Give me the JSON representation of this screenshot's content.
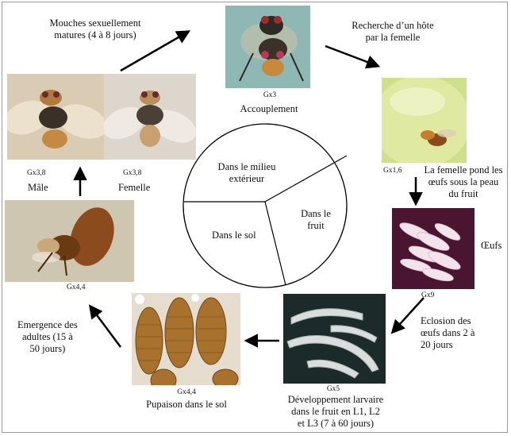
{
  "stages": {
    "mating": {
      "photo_label": "Mating flies photo",
      "magnification": "Gx3",
      "caption": "Accouplement"
    },
    "host_search": {
      "photo_label": "Female fly on fruit photo",
      "magnification": "Gx1,6",
      "caption_lines": [
        "La femelle pond les",
        "œufs sous la peau",
        "du fruit"
      ]
    },
    "eggs": {
      "photo_label": "Eggs photo",
      "magnification": "Gx9",
      "caption": "Œufs"
    },
    "larvae": {
      "photo_label": "Larvae photo",
      "magnification": "Gx5",
      "caption_lines": [
        "Développement larvaire",
        "dans le fruit en L1, L2",
        "et L3 (7 à 60 jours)"
      ]
    },
    "pupae": {
      "photo_label": "Pupae photo",
      "magnification": "Gx4,4",
      "caption": "Pupaison dans le sol"
    },
    "emergence": {
      "photo_label": "Emerging adult photo",
      "magnification": "Gx4,4"
    },
    "adults": {
      "male_photo_label": "Male fly photo",
      "female_photo_label": "Female fly photo",
      "male_magnification": "Gx3,8",
      "female_magnification": "Gx3,8",
      "male_caption": "Mâle",
      "female_caption": "Femelle"
    }
  },
  "transitions": {
    "maturity_lines": [
      "Mouches sexuellement",
      "matures (4 à 8 jours)"
    ],
    "host_search_lines": [
      "Recherche d’un hôte",
      "par la femelle"
    ],
    "hatching_lines": [
      "Eclosion des",
      "œufs dans 2 à",
      "20 jours"
    ],
    "emergence_lines": [
      "Emergence des",
      "adultes (15 à",
      "50 jours)"
    ]
  },
  "pie": {
    "sectors": [
      {
        "label_lines": [
          "Dans le milieu",
          "extérieur"
        ]
      },
      {
        "label_lines": [
          "Dans le",
          "fruit"
        ]
      },
      {
        "label_lines": [
          "Dans le sol"
        ]
      }
    ]
  },
  "colors": {
    "frame": "#9a9a9a",
    "line": "#000000"
  }
}
